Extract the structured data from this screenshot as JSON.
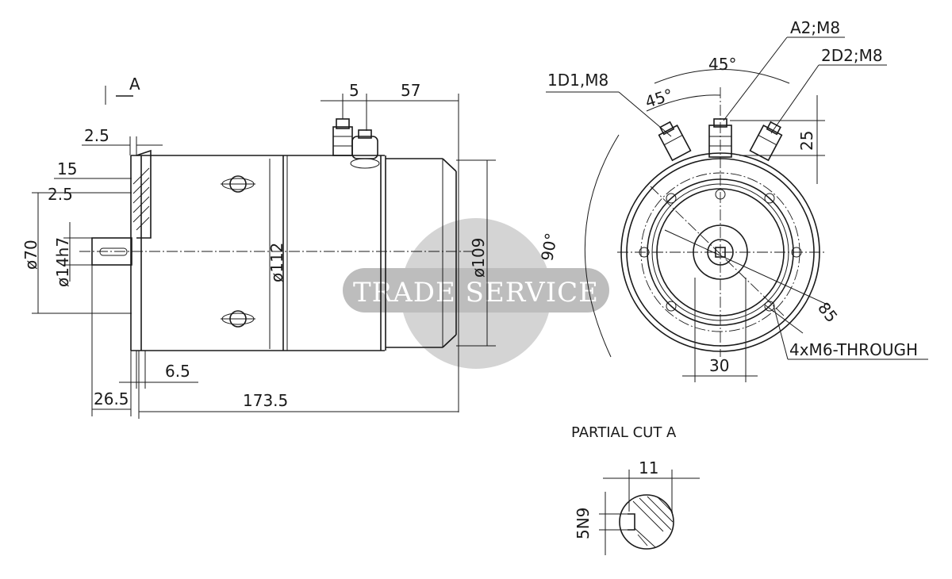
{
  "watermark": {
    "text": "TRADE SERVICE",
    "circle_color": "#d4d4d4",
    "band_color": "#bdbdbd"
  },
  "side_view": {
    "section_marker": "A",
    "dims": {
      "flange_2_5_top": "2.5",
      "d15": "15",
      "flange_2_5_mid": "2.5",
      "d70": "ø70",
      "d14h7": "ø14h7",
      "d112": "ø112",
      "d109": "ø109",
      "d5": "5",
      "d57": "57",
      "d6_5": "6.5",
      "d26_5": "26.5",
      "d173_5": "173.5"
    }
  },
  "end_view": {
    "labels": {
      "a2": "A2;M8",
      "d1": "1D1,M8",
      "d2": "2D2;M8",
      "angle_outer": "45°",
      "angle_inner": "45°",
      "d25": "25",
      "d90": "90°",
      "d85": "85",
      "holes": "4xM6-THROUGH",
      "d30": "30"
    }
  },
  "partial_cut": {
    "title": "PARTIAL CUT A",
    "d11": "11",
    "key": "5N9"
  }
}
